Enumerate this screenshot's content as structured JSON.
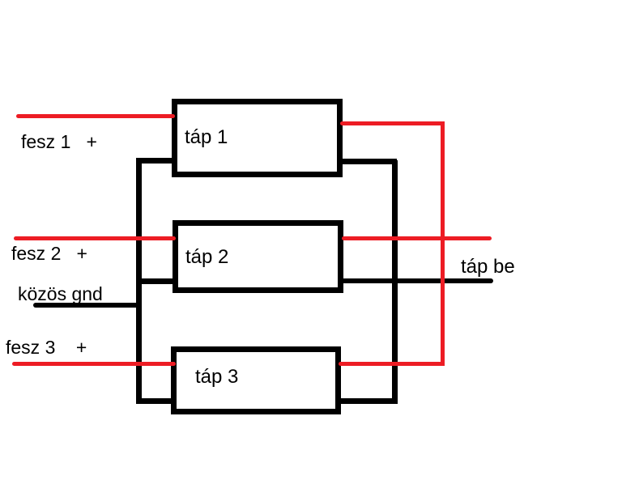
{
  "diagram": {
    "title": "power-supply-parallel-wiring-sketch",
    "colors": {
      "background": "#ffffff",
      "positive_wire": "#ed1c24",
      "ground_wire": "#000000"
    },
    "boxes": {
      "tap1": {
        "label": "táp 1"
      },
      "tap2": {
        "label": "táp 2"
      },
      "tap3": {
        "label": "táp 3"
      }
    },
    "labels": {
      "fesz1": "fesz 1   +",
      "fesz2": "fesz 2   +",
      "kozos_gnd": "közös gnd",
      "fesz3": "fesz 3    +",
      "tap_be": "táp be"
    },
    "wires": [
      {
        "name": "fesz1-input-wire",
        "color": "#ed1c24"
      },
      {
        "name": "fesz2-input-wire",
        "color": "#ed1c24"
      },
      {
        "name": "fesz3-input-wire",
        "color": "#ed1c24"
      },
      {
        "name": "kozos-gnd-wire",
        "color": "#000000"
      },
      {
        "name": "left-ground-bus",
        "color": "#000000"
      },
      {
        "name": "right-ground-bus",
        "color": "#000000"
      },
      {
        "name": "red-output-bus",
        "color": "#ed1c24"
      },
      {
        "name": "tap1-output-wire",
        "color": "#ed1c24"
      },
      {
        "name": "tap2-output-wire",
        "color": "#ed1c24"
      },
      {
        "name": "tap3-output-wire",
        "color": "#ed1c24"
      },
      {
        "name": "tap-be-output-wire",
        "color": "#000000"
      }
    ]
  }
}
